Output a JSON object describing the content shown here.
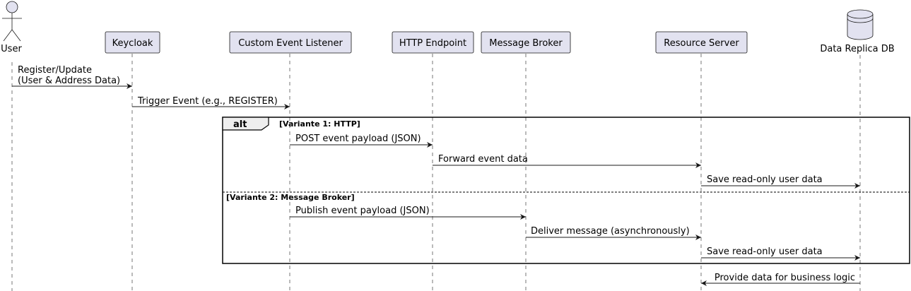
{
  "participants": {
    "user": "User",
    "keycloak": "Keycloak",
    "listener": "Custom Event Listener",
    "http": "HTTP Endpoint",
    "broker": "Message Broker",
    "resource": "Resource Server",
    "db": "Data Replica DB"
  },
  "messages": {
    "m1_line1": "Register/Update",
    "m1_line2": "(User & Address Data)",
    "m2": "Trigger Event (e.g., REGISTER)",
    "m3": "POST event payload (JSON)",
    "m4": "Forward event data",
    "m5": "Save read-only user data",
    "m6": "Publish event payload (JSON)",
    "m7": "Deliver message (asynchronously)",
    "m8": "Save read-only user data",
    "m9": "Provide data for business logic"
  },
  "alt": {
    "keyword": "alt",
    "guard1": "[Variante 1: HTTP]",
    "guard2": "[Variante 2: Message Broker]"
  },
  "colors": {
    "participant_fill": "#e2e2f0",
    "line": "#181818"
  }
}
